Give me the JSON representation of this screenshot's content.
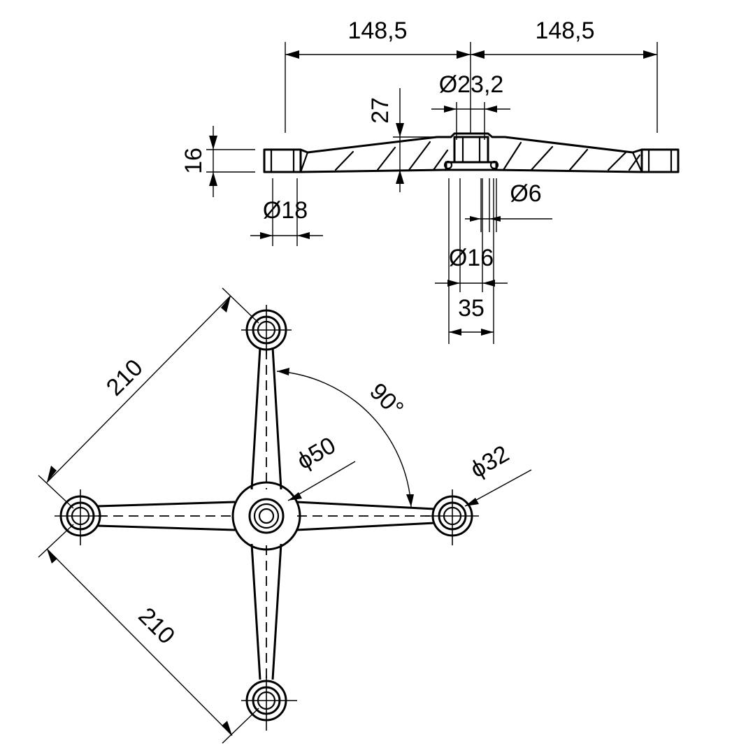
{
  "drawing": {
    "side_view": {
      "span_left": "148,5",
      "span_right": "148,5",
      "hub_top_diameter": "Ø23,2",
      "hub_height": "27",
      "arm_thickness": "16",
      "end_bore": "Ø18",
      "small_bore": "Ø6",
      "hub_bore": "Ø16",
      "hub_width": "35"
    },
    "plan_view": {
      "arm_length_upper": "210",
      "arm_length_lower": "210",
      "angle": "90°",
      "hub_diameter": "ϕ50",
      "boss_diameter": "ϕ32"
    }
  }
}
